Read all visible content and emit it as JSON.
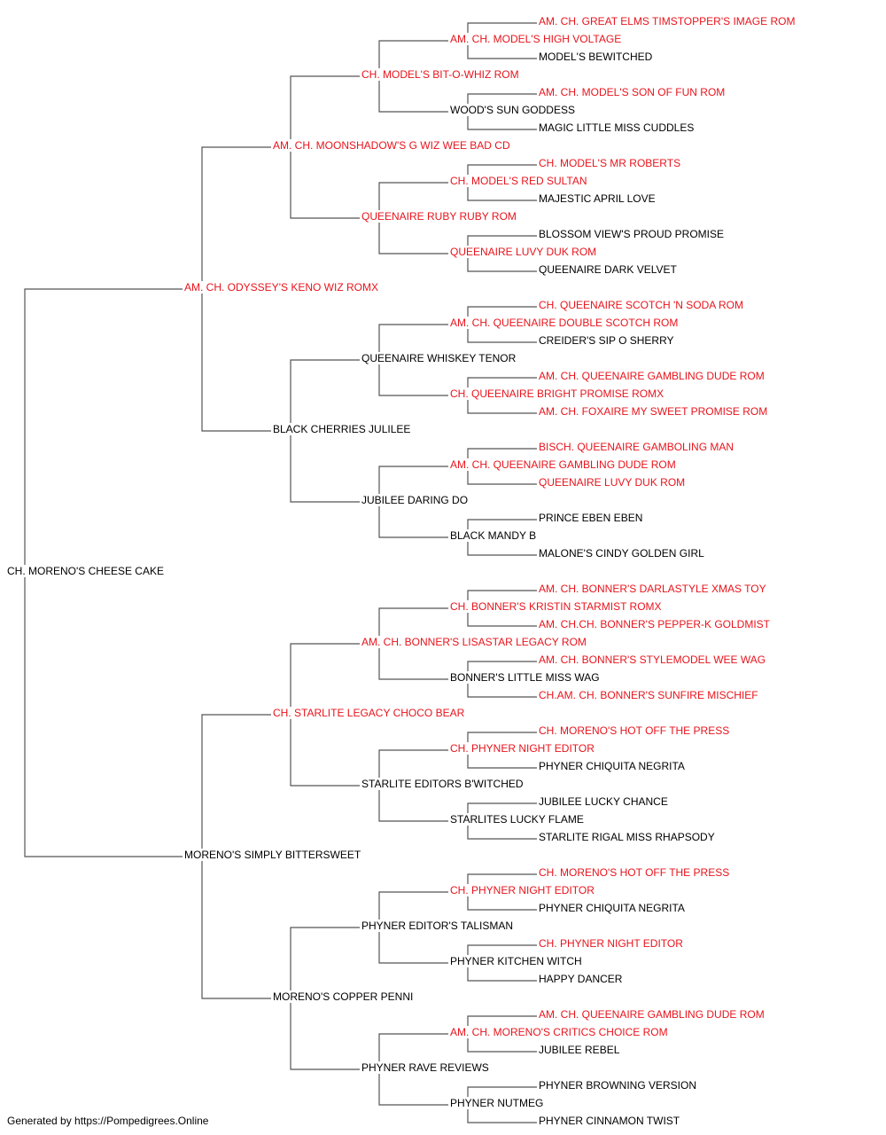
{
  "colors": {
    "titled": "#e8141c",
    "untitled": "#000000",
    "connector": "#555555"
  },
  "footer": "Generated by https://Pompedigrees.Online",
  "pedigree": {
    "name": "CH. MORENO'S CHEESE CAKE",
    "titled": false,
    "sire": {
      "name": "AM. CH. ODYSSEY'S KENO WIZ ROMX",
      "titled": true,
      "sire": {
        "name": "AM. CH. MOONSHADOW'S G WIZ WEE BAD CD",
        "titled": true,
        "sire": {
          "name": "CH. MODEL'S BIT-O-WHIZ ROM",
          "titled": true,
          "sire": {
            "name": "AM. CH. MODEL'S HIGH VOLTAGE",
            "titled": true,
            "sire": {
              "name": "AM. CH. GREAT ELMS TIMSTOPPER'S IMAGE ROM",
              "titled": true
            },
            "dam": {
              "name": "MODEL'S BEWITCHED",
              "titled": false
            }
          },
          "dam": {
            "name": "WOOD'S SUN GODDESS",
            "titled": false,
            "sire": {
              "name": "AM. CH. MODEL'S SON OF FUN ROM",
              "titled": true
            },
            "dam": {
              "name": "MAGIC LITTLE MISS CUDDLES",
              "titled": false
            }
          }
        },
        "dam": {
          "name": "QUEENAIRE RUBY RUBY ROM",
          "titled": true,
          "sire": {
            "name": "CH. MODEL'S RED SULTAN",
            "titled": true,
            "sire": {
              "name": "CH. MODEL'S MR ROBERTS",
              "titled": true
            },
            "dam": {
              "name": "MAJESTIC APRIL LOVE",
              "titled": false
            }
          },
          "dam": {
            "name": "QUEENAIRE LUVY DUK ROM",
            "titled": true,
            "sire": {
              "name": "BLOSSOM VIEW'S PROUD PROMISE",
              "titled": false
            },
            "dam": {
              "name": "QUEENAIRE DARK VELVET",
              "titled": false
            }
          }
        }
      },
      "dam": {
        "name": "BLACK CHERRIES JULILEE",
        "titled": false,
        "sire": {
          "name": "QUEENAIRE WHISKEY TENOR",
          "titled": false,
          "sire": {
            "name": "AM. CH. QUEENAIRE DOUBLE SCOTCH ROM",
            "titled": true,
            "sire": {
              "name": "CH. QUEENAIRE SCOTCH 'N SODA ROM",
              "titled": true
            },
            "dam": {
              "name": "CREIDER'S SIP O SHERRY",
              "titled": false
            }
          },
          "dam": {
            "name": "CH. QUEENAIRE BRIGHT PROMISE ROMX",
            "titled": true,
            "sire": {
              "name": "AM. CH. QUEENAIRE GAMBLING DUDE ROM",
              "titled": true
            },
            "dam": {
              "name": "AM. CH. FOXAIRE MY SWEET PROMISE ROM",
              "titled": true
            }
          }
        },
        "dam": {
          "name": "JUBILEE DARING DO",
          "titled": false,
          "sire": {
            "name": "AM. CH. QUEENAIRE GAMBLING DUDE ROM",
            "titled": true,
            "sire": {
              "name": "BISCH. QUEENAIRE GAMBOLING MAN",
              "titled": true
            },
            "dam": {
              "name": "QUEENAIRE LUVY DUK ROM",
              "titled": true
            }
          },
          "dam": {
            "name": "BLACK MANDY B",
            "titled": false,
            "sire": {
              "name": "PRINCE EBEN EBEN",
              "titled": false
            },
            "dam": {
              "name": "MALONE'S CINDY GOLDEN GIRL",
              "titled": false
            }
          }
        }
      }
    },
    "dam": {
      "name": "MORENO'S SIMPLY BITTERSWEET",
      "titled": false,
      "sire": {
        "name": "CH. STARLITE LEGACY CHOCO BEAR",
        "titled": true,
        "sire": {
          "name": "AM. CH. BONNER'S LISASTAR LEGACY ROM",
          "titled": true,
          "sire": {
            "name": "CH. BONNER'S KRISTIN STARMIST ROMX",
            "titled": true,
            "sire": {
              "name": "AM. CH. BONNER'S DARLASTYLE XMAS TOY",
              "titled": true
            },
            "dam": {
              "name": "AM. CH.CH. BONNER'S PEPPER-K GOLDMIST",
              "titled": true
            }
          },
          "dam": {
            "name": "BONNER'S LITTLE MISS WAG",
            "titled": false,
            "sire": {
              "name": "AM. CH. BONNER'S STYLEMODEL WEE WAG",
              "titled": true
            },
            "dam": {
              "name": "CH.AM. CH. BONNER'S SUNFIRE MISCHIEF",
              "titled": true
            }
          }
        },
        "dam": {
          "name": "STARLITE EDITORS B'WITCHED",
          "titled": false,
          "sire": {
            "name": "CH. PHYNER NIGHT EDITOR",
            "titled": true,
            "sire": {
              "name": "CH. MORENO'S HOT OFF THE PRESS",
              "titled": true
            },
            "dam": {
              "name": "PHYNER CHIQUITA NEGRITA",
              "titled": false
            }
          },
          "dam": {
            "name": "STARLITES LUCKY FLAME",
            "titled": false,
            "sire": {
              "name": "JUBILEE LUCKY CHANCE",
              "titled": false
            },
            "dam": {
              "name": "STARLITE RIGAL MISS RHAPSODY",
              "titled": false
            }
          }
        }
      },
      "dam": {
        "name": "MORENO'S COPPER PENNI",
        "titled": false,
        "sire": {
          "name": "PHYNER EDITOR'S TALISMAN",
          "titled": false,
          "sire": {
            "name": "CH. PHYNER NIGHT EDITOR",
            "titled": true,
            "sire": {
              "name": "CH. MORENO'S HOT OFF THE PRESS",
              "titled": true
            },
            "dam": {
              "name": "PHYNER CHIQUITA NEGRITA",
              "titled": false
            }
          },
          "dam": {
            "name": "PHYNER KITCHEN WITCH",
            "titled": false,
            "sire": {
              "name": "CH. PHYNER NIGHT EDITOR",
              "titled": true
            },
            "dam": {
              "name": "HAPPY DANCER",
              "titled": false
            }
          }
        },
        "dam": {
          "name": "PHYNER RAVE REVIEWS",
          "titled": false,
          "sire": {
            "name": "AM. CH. MORENO'S CRITICS CHOICE ROM",
            "titled": true,
            "sire": {
              "name": "AM. CH. QUEENAIRE GAMBLING DUDE ROM",
              "titled": true
            },
            "dam": {
              "name": "JUBILEE REBEL",
              "titled": false
            }
          },
          "dam": {
            "name": "PHYNER NUTMEG",
            "titled": false,
            "sire": {
              "name": "PHYNER BROWNING VERSION",
              "titled": false
            },
            "dam": {
              "name": "PHYNER CINNAMON TWIST",
              "titled": false
            }
          }
        }
      }
    }
  }
}
